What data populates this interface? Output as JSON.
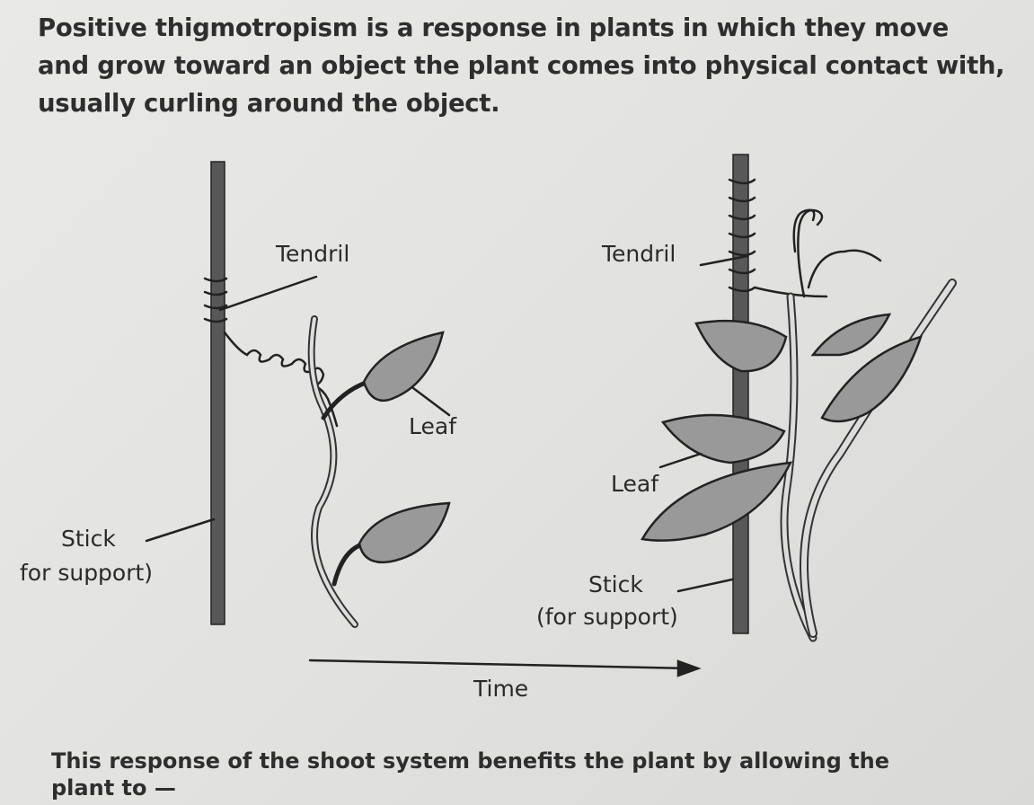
{
  "stimulus": {
    "lines": [
      "Positive thigmotropism is a response in plants in which they move",
      "and grow toward an object the plant comes into physical contact with,",
      "usually curling around the object."
    ]
  },
  "diagram": {
    "left": {
      "tendril_label": "Tendril",
      "leaf_label": "Leaf",
      "stick_label_line1": "Stick",
      "stick_label_line2": "for support)"
    },
    "right": {
      "tendril_label": "Tendril",
      "leaf_label": "Leaf",
      "stick_label_line1": "Stick",
      "stick_label_line2": "(for support)"
    },
    "time_label": "Time",
    "colors": {
      "stick": "#555555",
      "leaf": "#9a9a9a",
      "outline": "#222222"
    }
  },
  "question": {
    "lines": [
      "This response of the shoot system benefits the plant by allowing the",
      "plant to —"
    ]
  }
}
